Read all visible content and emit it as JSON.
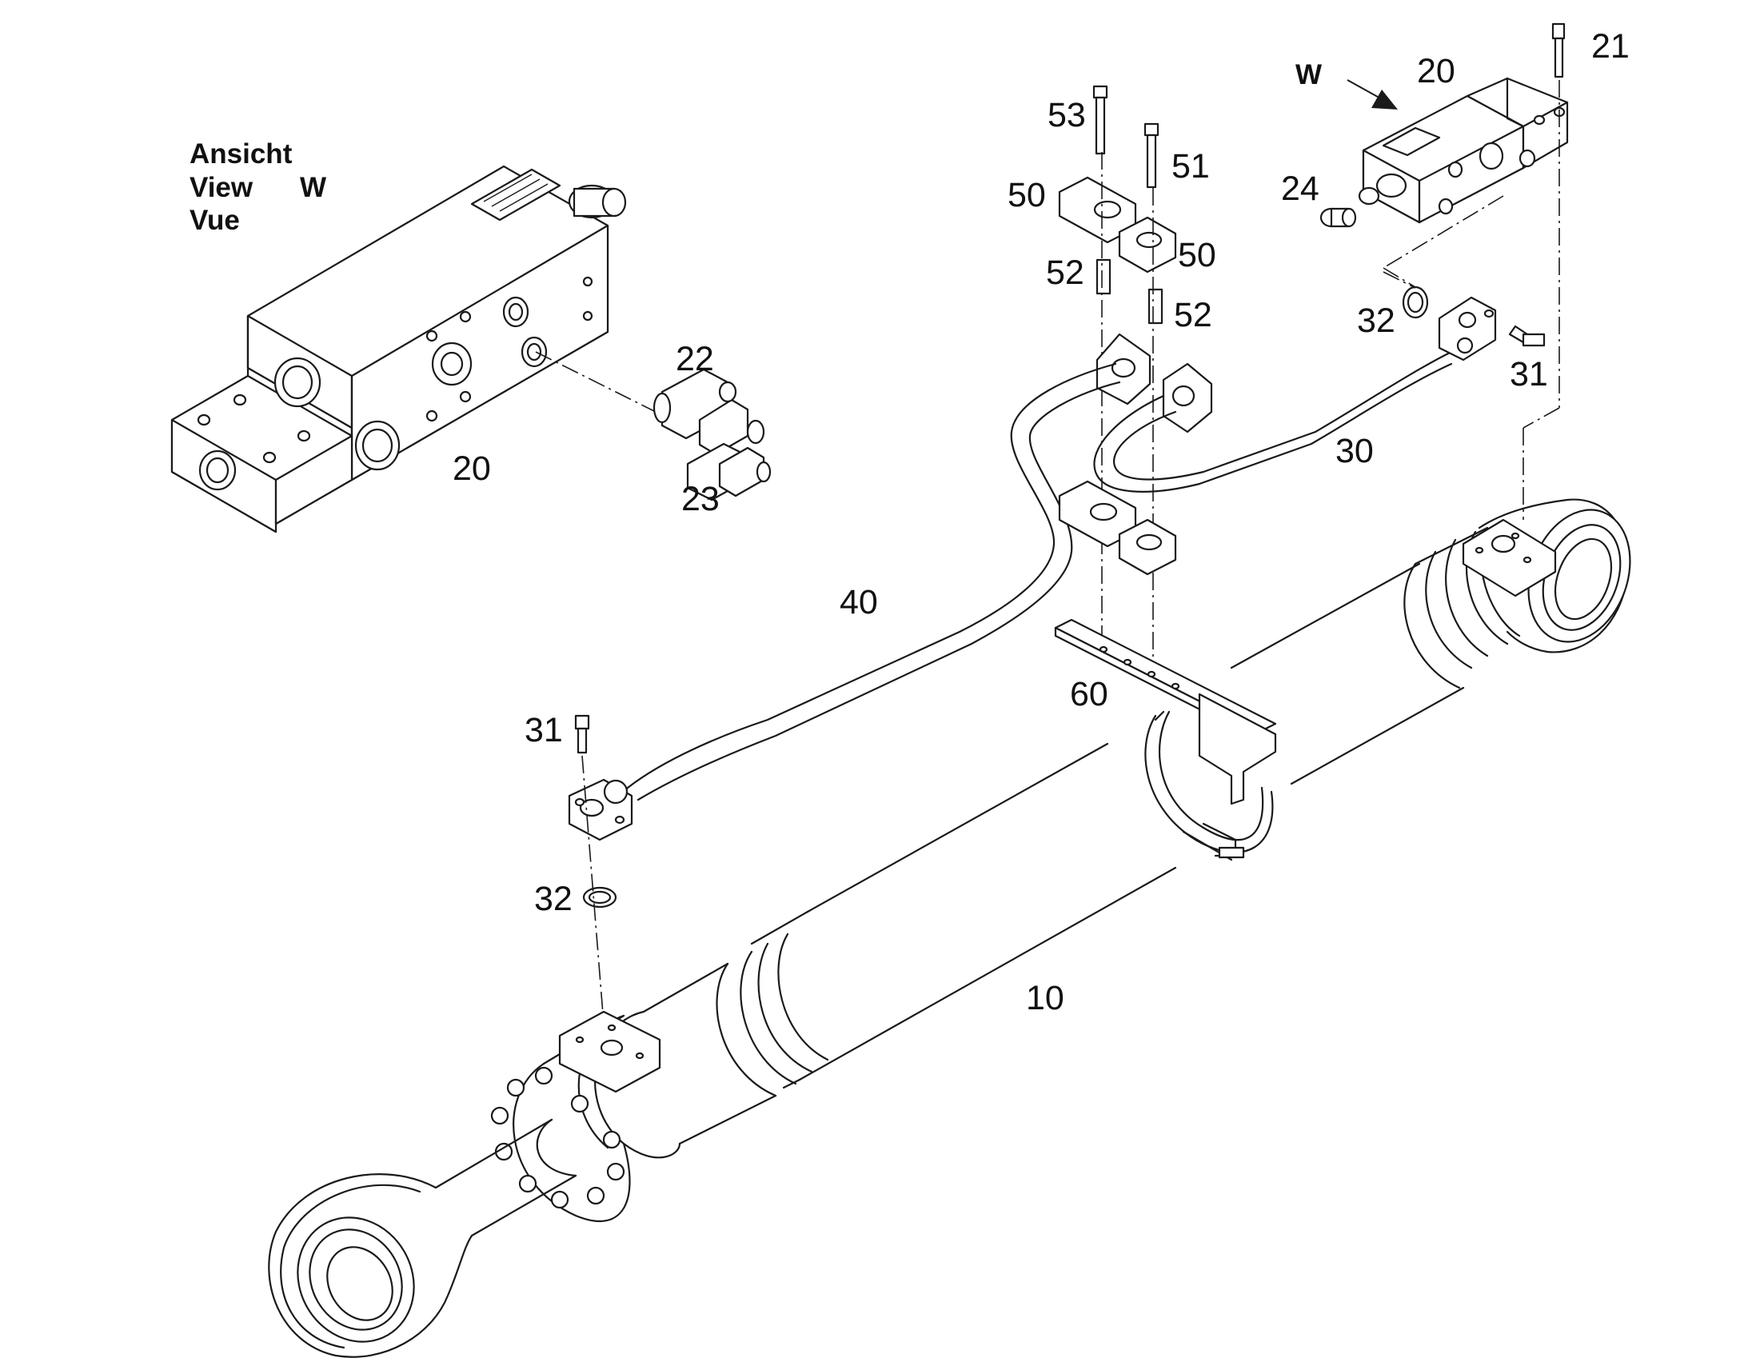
{
  "view_label": {
    "line1": "Ansicht",
    "line2": "View",
    "line3": "Vue",
    "view_letter": "W"
  },
  "direction_arrow": {
    "letter": "W"
  },
  "callouts": {
    "cylinder": "10",
    "valve_detail": "20",
    "valve_main": "20",
    "bolt_21": "21",
    "fitting_22": "22",
    "fitting_23": "23",
    "plug_24": "24",
    "pipe_30": "30",
    "screw_31_right": "31",
    "screw_31_left": "31",
    "oring_32_right": "32",
    "oring_32_left": "32",
    "pipe_40": "40",
    "clamp_50_left": "50",
    "clamp_50_right": "50",
    "bolt_51": "51",
    "sleeve_52_left": "52",
    "sleeve_52_right": "52",
    "bolt_53": "53",
    "bracket_60": "60"
  }
}
